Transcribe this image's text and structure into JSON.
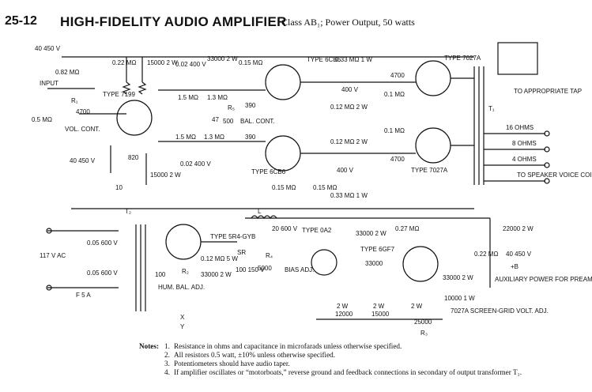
{
  "header": {
    "number": "25-12",
    "title": "HIGH-FIDELITY AUDIO AMPLIFIER",
    "subtitle": "Class AB₁; Power Output, 50 watts"
  },
  "labels": {
    "input": "INPUT",
    "r1": "R₁",
    "vol_pot": "0.5 MΩ",
    "vol_cont": "VOL. CONT.",
    "cap_in": "40 450 V",
    "r_082": "0.82 MΩ",
    "r_022": "0.22 MΩ",
    "r_15000_top": "15000 2 W",
    "c_002_top": "0.02 400 V",
    "r_33000_top": "33000 2 W",
    "r_015_top": "0.15 MΩ",
    "type_7199": "TYPE 7199",
    "r_4700_in": "4700",
    "r_15_a": "1.5 MΩ",
    "r_13_a": "1.3 MΩ",
    "r_47": "47",
    "r5": "R₅",
    "r_500": "500",
    "bal_cont": "BAL. CONT.",
    "r_390_a": "390",
    "r_390_b": "390",
    "r_15_b": "1.5 MΩ",
    "r_13_b": "1.3 MΩ",
    "c_40_lo": "40 450 V",
    "r_820": "820",
    "r_10": "10",
    "r_15000_bot": "15000 2 W",
    "c_002_bot": "0.02 400 V",
    "type_6cb6_top": "TYPE 6CB6",
    "type_6cb6_bot": "TYPE 6CB6",
    "r_015_b": "0.15 MΩ",
    "r_015_c": "0.15 MΩ",
    "r_033_top": "0.33 MΩ 1 W",
    "c_400v_top": "400 V",
    "r_012_a": "0.12 MΩ 2 W",
    "r_012_b": "0.12 MΩ 2 W",
    "c_400v_bot": "400 V",
    "r_033_bot": "0.33 MΩ 1 W",
    "r_4700_a": "4700",
    "r_4700_b": "4700",
    "r_01_a": "0.1 MΩ",
    "r_01_b": "0.1 MΩ",
    "type_7027a_top": "TYPE 7027A",
    "type_7027a_bot": "TYPE 7027A",
    "t1": "T₁",
    "to_tap": "TO APPROPRIATE TAP",
    "ohm16": "16 OHMS",
    "ohm8": "8 OHMS",
    "ohm4": "4 OHMS",
    "to_spk": "TO SPEAKER VOICE COIL",
    "t2": "T₂",
    "sw_ac": "117 V AC",
    "c_005_a": "0.05 600 V",
    "c_005_b": "0.05 600 V",
    "fuse": "F 5 A",
    "type_5r4": "TYPE 5R4-GYB",
    "l_choke": "L",
    "c_20": "20 600 V",
    "r_012_5w": "0.12 MΩ 5 W",
    "r_33000_5w": "33000 2 W",
    "r2": "R₂",
    "hum_bal": "HUM. BAL. ADJ.",
    "r_100_lo": "100",
    "sr": "SR",
    "r_100_150": "100 150 V",
    "r4": "R₄",
    "r_5000": "5000",
    "bias_adj": "BIAS ADJ.",
    "type_0a2": "TYPE 0A2",
    "r_33000_2w_b": "33000 2 W",
    "r_33000_c": "33000",
    "r_027": "0.27 MΩ",
    "type_6gf7": "TYPE 6GF7",
    "r_33000_2w_c": "33000 2 W",
    "r_10000": "10000 1 W",
    "r_7027a_screen": "7027A SCREEN-GRID VOLT. ADJ.",
    "r3": "R₃",
    "r_25000": "25000",
    "r_22000": "22000 2 W",
    "r_022_b": "0.22 MΩ",
    "c_40_aux": "40 450 V",
    "aux_power": "AUXILIARY POWER FOR PREAMPLIFIER, TONE-CONTROL, AND MIXER CIRCUITS",
    "r_12000": "12000",
    "r_15000_b": "15000",
    "r_2w_a": "2 W",
    "r_2w_b": "2 W",
    "r_2w_c": "2 W",
    "y_label": "Y",
    "x_label": "X",
    "b_plus": "+B"
  },
  "notes": {
    "heading": "Notes:",
    "items": [
      "Resistance in ohms and capacitance in microfarads unless otherwise specified.",
      "All resistors 0.5 watt, ±10% unless otherwise specified.",
      "Potentiometers should have audio taper.",
      "If amplifier oscillates or “motorboats,” reverse ground and feedback connections in secondary of output transformer T₁."
    ]
  }
}
